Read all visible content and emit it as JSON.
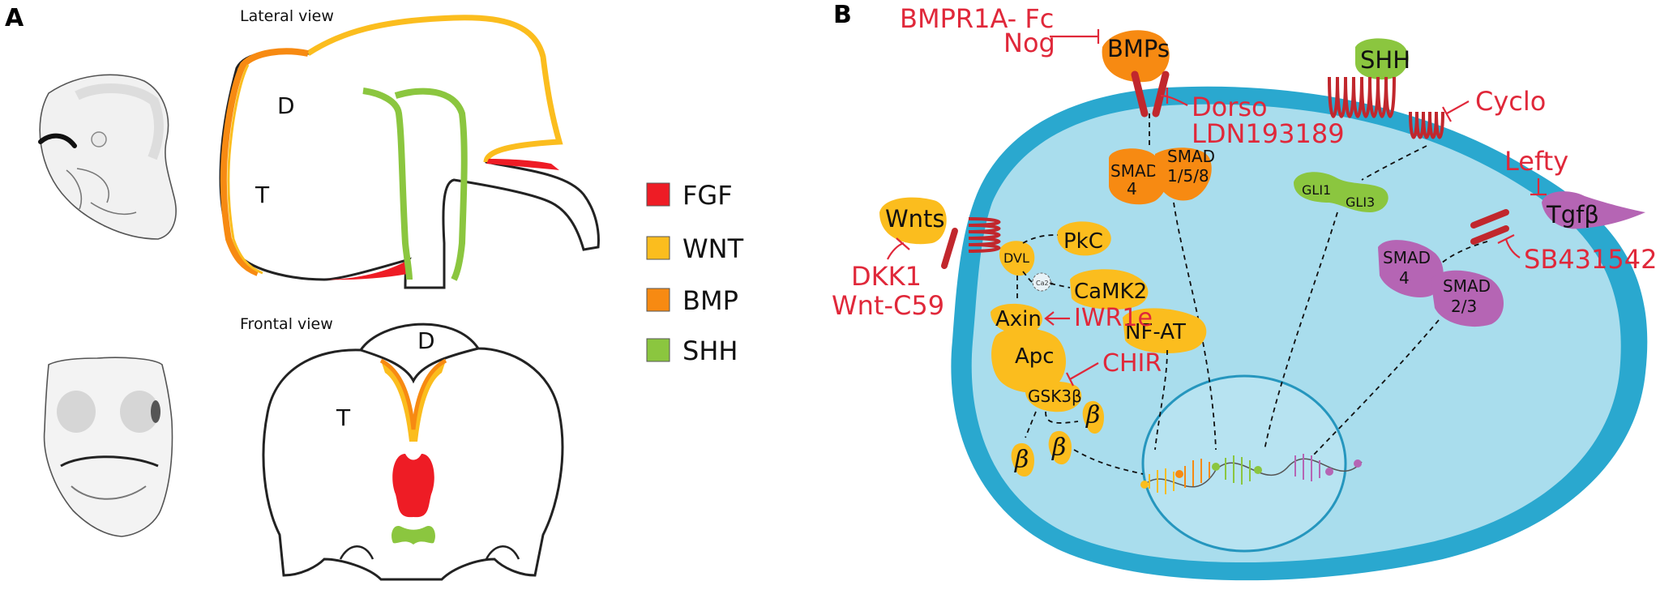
{
  "panels": {
    "a": {
      "letter": "A",
      "lateral_title": "Lateral view",
      "frontal_title": "Frontal view",
      "lateral_d": "D",
      "lateral_t": "T",
      "frontal_d": "D",
      "frontal_t": "T"
    },
    "b": {
      "letter": "B"
    }
  },
  "legend": [
    {
      "label": "FGF",
      "color": "#ee1c25"
    },
    {
      "label": "WNT",
      "color": "#fbbd1e"
    },
    {
      "label": "BMP",
      "color": "#f78a12"
    },
    {
      "label": "SHH",
      "color": "#8bc63f"
    }
  ],
  "colors": {
    "fgf": "#ee1c25",
    "wnt": "#fbbd1e",
    "bmp": "#f78a12",
    "shh": "#8bc63f",
    "tgf": "#b565b4",
    "inhibitor": "#e0283a",
    "receptor": "#c1272d",
    "cell_outer": "#2aa8cf",
    "cell_inner": "#a9dded",
    "nucleus": "#b7e3f1"
  },
  "inhibitors": {
    "bmpr": "BMPR1A- Fc",
    "nog": "Nog",
    "dorso": "Dorso",
    "ldn": "LDN193189",
    "cyclo": "Cyclo",
    "lefty": "Lefty",
    "sb": "SB431542",
    "dkk": "DKK1",
    "wntc59": "Wnt-C59",
    "iwr": "IWR1e",
    "chir": "CHIR"
  },
  "ligands": {
    "bmps": "BMPs",
    "shh": "SHH",
    "wnts": "Wnts",
    "tgfb": "Tgfβ"
  },
  "molecules": {
    "smad4_bmp_a": "SMAD",
    "smad4_bmp_b": "4",
    "smad158_a": "SMAD",
    "smad158_b": "1/5/8",
    "gli1": "GLI1",
    "gli3": "GLI3",
    "smad4_tgf_a": "SMAD",
    "smad4_tgf_b": "4",
    "smad23_a": "SMAD",
    "smad23_b": "2/3",
    "dvl": "DVL",
    "pkc": "PkC",
    "ca": "Ca2+",
    "camk2": "CaMK2",
    "nfat": "NF-AT",
    "axin": "Axin",
    "apc": "Apc",
    "gsk3b": "GSK3β",
    "beta1": "β",
    "beta2": "β",
    "beta3": "β"
  }
}
